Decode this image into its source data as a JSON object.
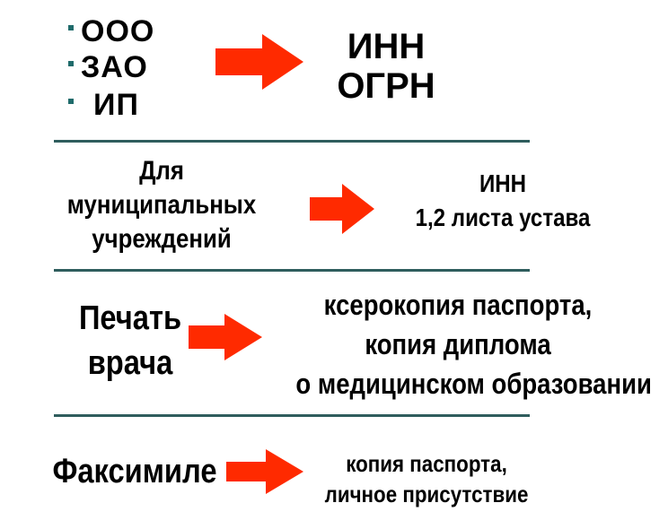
{
  "section1": {
    "bullets": [
      "ООО",
      "ЗАО",
      "ИП"
    ],
    "result": [
      "ИНН",
      "ОГРН"
    ]
  },
  "section2": {
    "label": [
      "Для",
      "муниципальных",
      "учреждений"
    ],
    "result": [
      "ИНН",
      "1,2 листа устава"
    ]
  },
  "section3": {
    "label": [
      "Печать",
      "врача"
    ],
    "result": [
      "ксерокопия паспорта,",
      "копия диплома",
      "о медицинском образовании"
    ]
  },
  "section4": {
    "label": "Факсимиле",
    "result": [
      "копия паспорта,",
      "личное присутствие"
    ]
  },
  "colors": {
    "arrow": "#ff2a00",
    "divider": "#2f5d5d",
    "bullet": "#1f6b6b"
  }
}
